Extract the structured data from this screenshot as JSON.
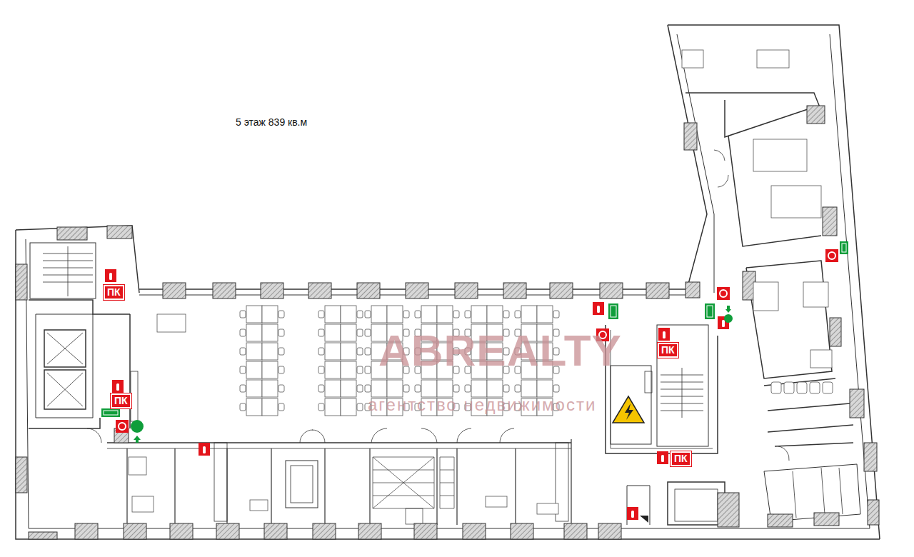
{
  "diagram": {
    "title": "5 этаж 839 кв.м",
    "labels": [
      "ПК",
      "ПК",
      "ПК",
      "ПК",
      "ABREALTY",
      "агентство недвижимости"
    ]
  }
}
